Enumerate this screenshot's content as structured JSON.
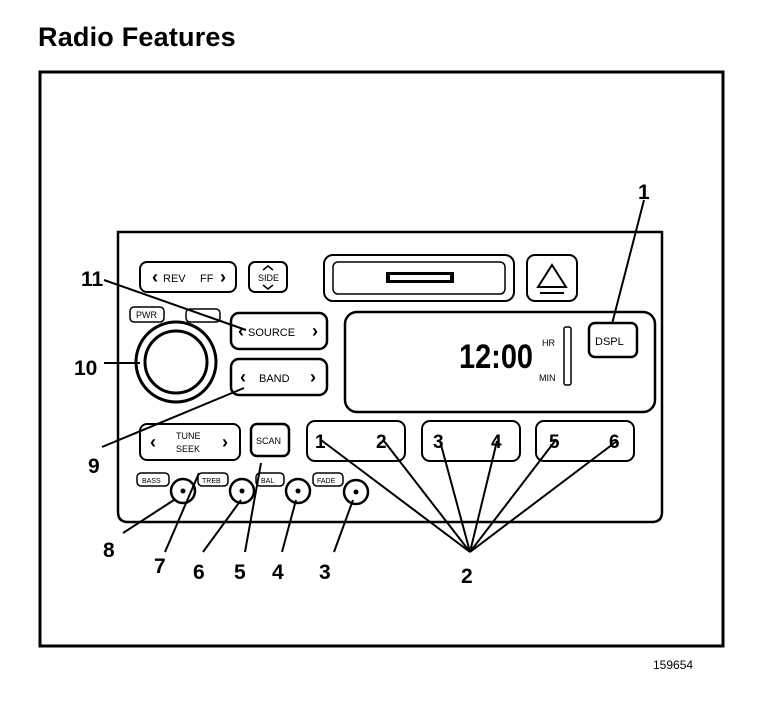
{
  "title": "Radio Features",
  "figure_id": "159654",
  "buttons": {
    "rev_label": "REV",
    "ff_label": "FF",
    "side_label": "SIDE",
    "source_label": "SOURCE",
    "band_label": "BAND",
    "pwr_label": "PWR",
    "tune_label": "TUNE",
    "seek_label": "SEEK",
    "scan_label": "SCAN",
    "dspl_label": "DSPL",
    "bass_label": "BASS",
    "treb_label": "TREB",
    "bal_label": "BAL",
    "fade_label": "FADE"
  },
  "display": {
    "time": "12:00",
    "hr_label": "HR",
    "min_label": "MIN"
  },
  "presets": [
    "1",
    "2",
    "3",
    "4",
    "5",
    "6"
  ],
  "callouts": [
    "1",
    "2",
    "3",
    "4",
    "5",
    "6",
    "7",
    "8",
    "9",
    "10",
    "11"
  ]
}
